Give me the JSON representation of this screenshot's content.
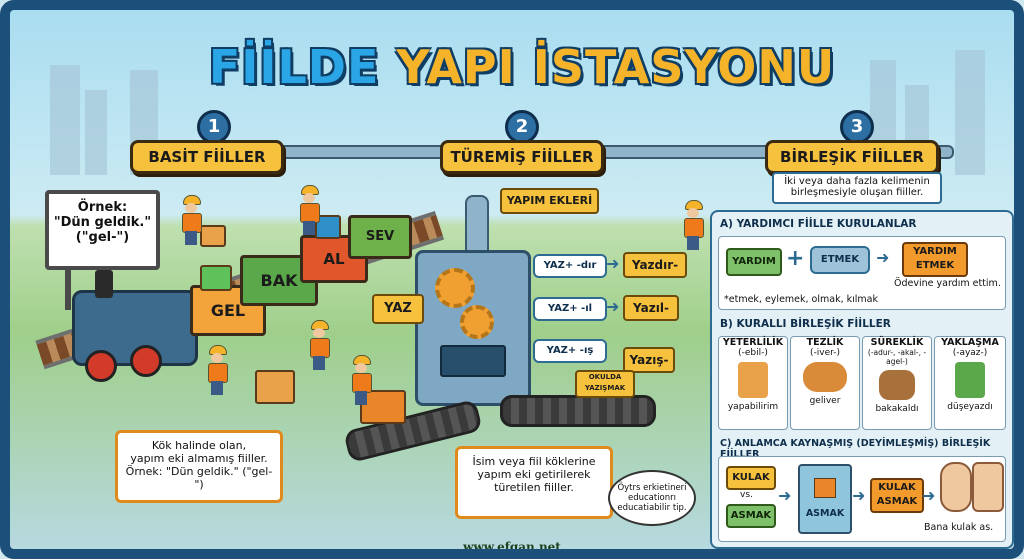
{
  "title": {
    "part1": "FİİLDE",
    "part2": "YAPI İSTASYONU"
  },
  "sections": [
    {
      "num": "1",
      "label": "BASİT FİİLLER"
    },
    {
      "num": "2",
      "label": "TÜREMİŞ FİİLLER"
    },
    {
      "num": "3",
      "label": "BİRLEŞİK FİİLLER"
    }
  ],
  "simple": {
    "example_board": [
      "Örnek:",
      "\"Dün geldik.\"",
      "(\"gel-\")"
    ],
    "wagons": [
      "GEL",
      "BAK",
      "AL",
      "SEV"
    ],
    "note": [
      "Kök halinde olan,",
      "yapım eki almamış fiiller.",
      "Örnek: \"Dün geldik.\" (\"gel-\")"
    ]
  },
  "derived": {
    "yapim_ekleri": "YAPIM EKLERİ",
    "input": "YAZ",
    "suffixes": [
      "YAZ+ -dır",
      "YAZ+ -ıl",
      "YAZ+ -ış"
    ],
    "outputs": [
      "Yazdır-",
      "Yazıl-",
      "Yazış-"
    ],
    "box_label": [
      "OKULDA",
      "YAZIŞMAK"
    ],
    "note": [
      "İsim veya fiil köklerine",
      "yapım eki getirilerek",
      "türetilen fiiller."
    ],
    "speech": [
      "Öytrs erkietineri",
      "educationrı",
      "educatiabilir tip."
    ]
  },
  "compound": {
    "description": [
      "İki veya daha fazla kelimenin",
      "birleşmesiyle oluşan fiiller."
    ],
    "section_a": {
      "heading": "A) YARDIMCI FİİLLE KURULANLAR",
      "left": "YARDIM",
      "plus": "+",
      "middle": "ETMEK",
      "result": [
        "YARDIM",
        "ETMEK"
      ],
      "sentence": "Ödevine yardım ettim.",
      "footnote": "*etmek, eylemek, olmak, kılmak"
    },
    "section_b": {
      "heading": "B) KURALLI BİRLEŞİK FİİLLER",
      "cards": [
        {
          "title": "YETERLİLİK",
          "sub": "(-ebil-)",
          "example": "yapabilirim"
        },
        {
          "title": "TEZLİK",
          "sub": "(-iver-)",
          "example": "geliver"
        },
        {
          "title": "SÜREKLİK",
          "sub": "(-adur-, -akal-, -agel-)",
          "example": "bakakaldı"
        },
        {
          "title": "YAKLAŞMA",
          "sub": "(-ayaz-)",
          "example": "düşeyazdı"
        }
      ]
    },
    "section_c": {
      "heading": "C) ANLAMCA KAYNAŞMIŞ (DEYİMLEŞMİŞ) BİRLEŞİK FİİLLER",
      "word1": "KULAK",
      "vs": "vs.",
      "word2": "ASMAK",
      "machine": "ASMAK",
      "result": [
        "KULAK",
        "ASMAK"
      ],
      "caption": "Bana kulak as."
    }
  },
  "footer": "www.efgan.net",
  "colors": {
    "frame": "#1c4f7a",
    "accent_yellow": "#f6c23e",
    "accent_orange": "#f39a2c",
    "accent_green": "#7fc16a",
    "title_blue": "#2aa6e6"
  }
}
